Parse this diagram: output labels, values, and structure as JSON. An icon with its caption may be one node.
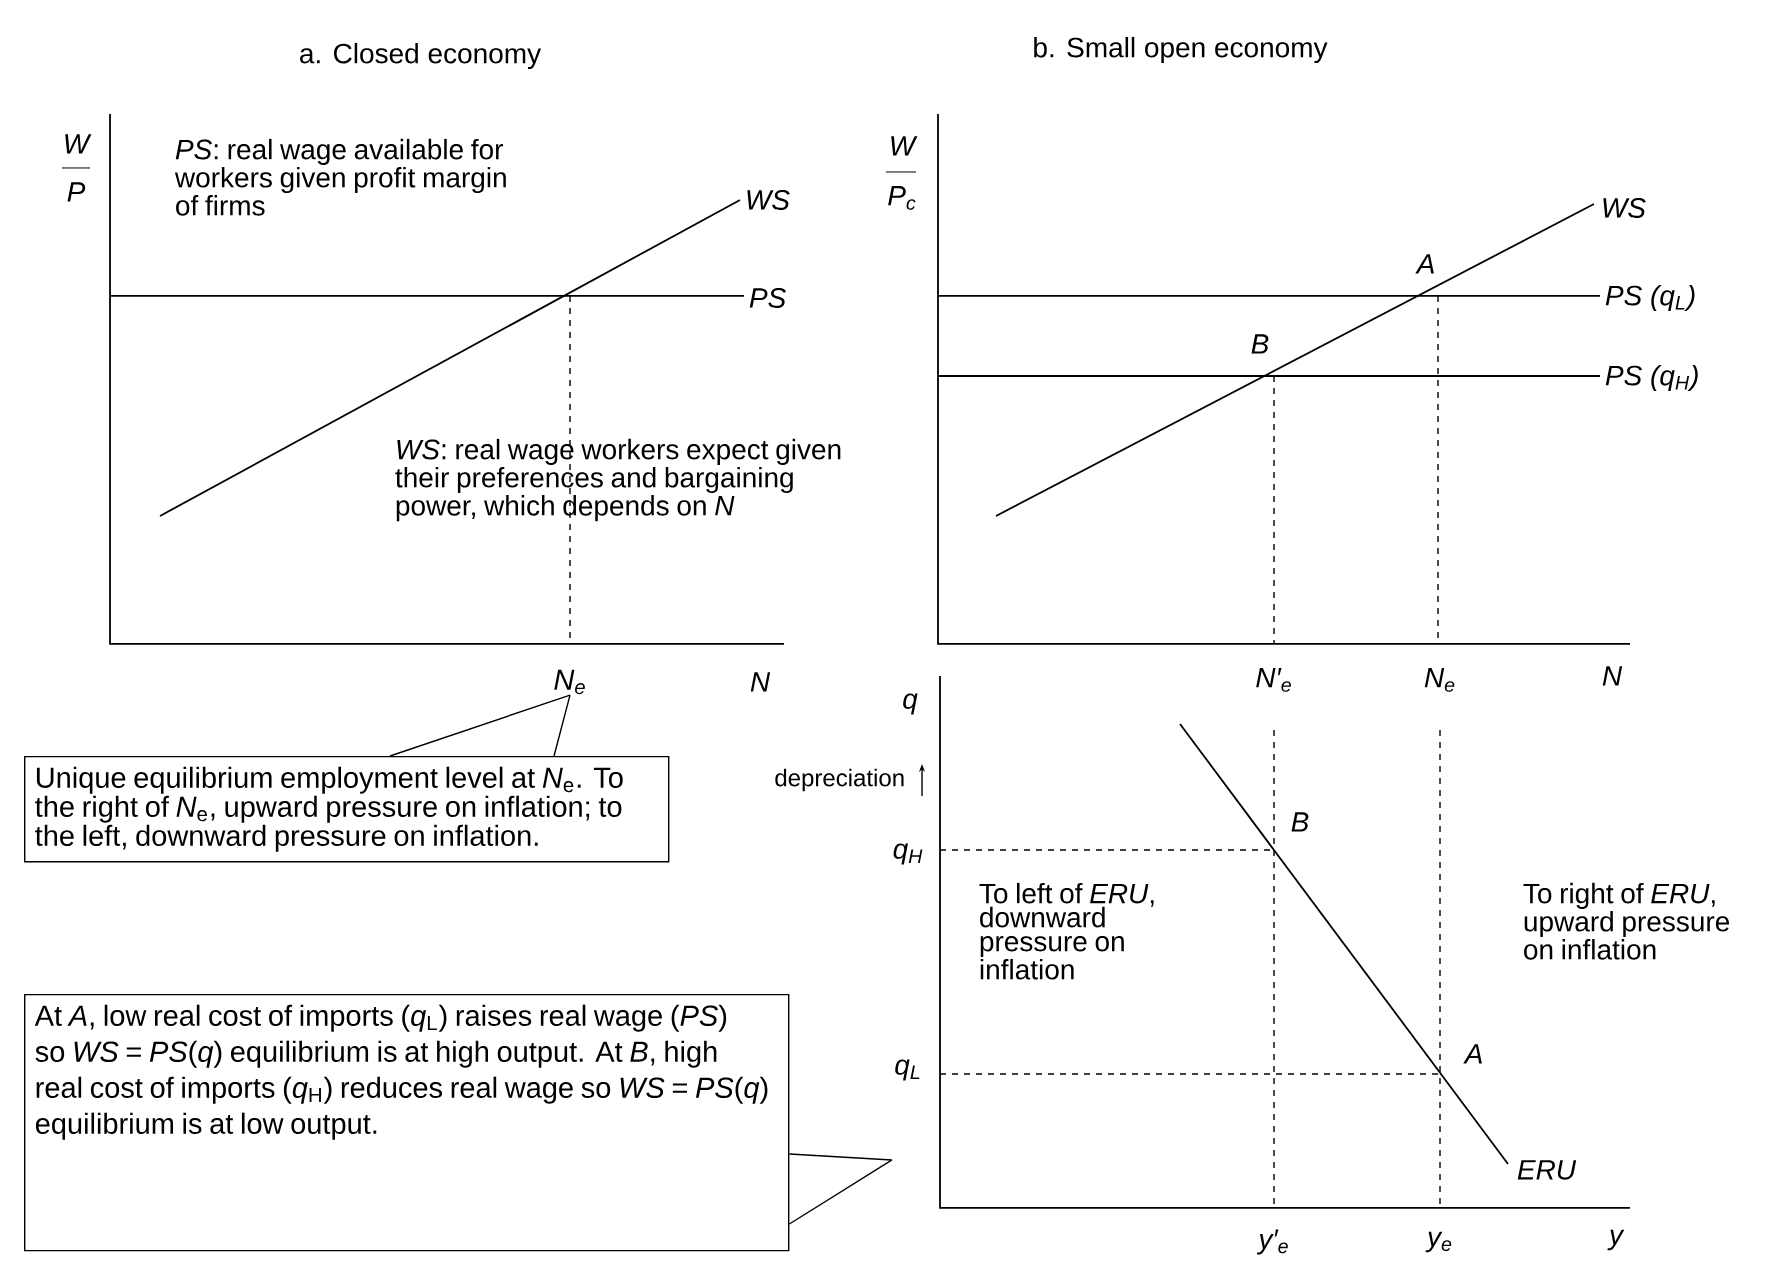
{
  "diagram": {
    "nodes": [
      {
        "text": [
          "N$_{e}$"
        ]
      },
      {
        "text": [
          "Unique equilibrium employment level at *N*$_{e}$. To the right of *N*$_{e}$, upward pressure on inflation; to the left, downward pressure on inflation."
        ]
      },
      {
        "text": [
          "At *A*, low real cost of imports (*q*$_{L}$) raises real wage (*PS*) so *WS* = *PS*(*q*) equilibrium is at high output. At *B*, high real cost of imports (*q*$_{H}$) reduces real wage so *WS* = *PS*(*q*) equilibrium is at low output."
        ]
      }
    ],
    "edges": [
      {
        "from": 1,
        "to": 0,
        "arrow": "none"
      },
      {
        "from": 2,
        "to": null,
        "arrow": "none"
      }
    ],
    "labels": [
      "a. Closed economy",
      "b. Small open economy",
      "W",
      "P",
      "W",
      "P$_{c}$",
      "*PS*: real wage available for workers given profit margin of firms",
      "WS",
      "WS",
      "A",
      "PS",
      "PS (q$_{L}$)",
      "B",
      "PS (q$_{H}$)",
      "*WS*: real wage workers expect given their preferences and bargaining power, which depends on *N*",
      "N",
      "N′$_{e}$",
      "N$_{e}$",
      "N",
      "q",
      "depreciation",
      "B",
      "q$_{H}$",
      "To left of *ERU*, downward pressure on inflation",
      "To right of *ERU*, upward pressure on inflation",
      "q$_{L}$",
      "A",
      "ERU",
      "y′$_{e}$",
      "y$_{e}$",
      "y"
    ]
  }
}
